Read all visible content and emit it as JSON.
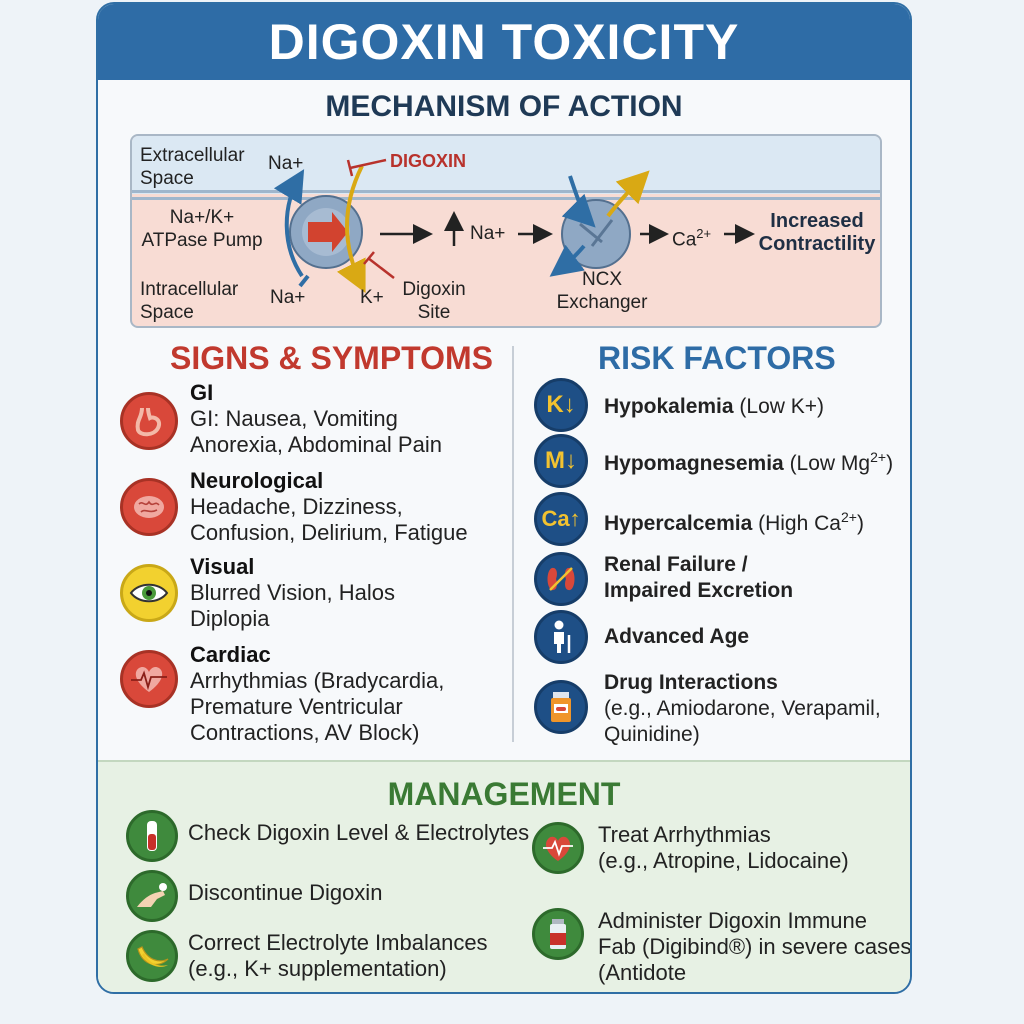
{
  "title": "DIGOXIN TOXICITY",
  "mechanism": {
    "title": "MECHANISM OF ACTION",
    "extracellular": "Extracellular\nSpace",
    "intracellular": "Intracellular\nSpace",
    "pump": "Na+/K+\nATPase Pump",
    "na_top": "Na+",
    "na_bottom": "Na+",
    "k_bottom": "K+",
    "digoxin": "DIGOXIN",
    "digoxin_site": "Digoxin\nSite",
    "na_increase": "Na+",
    "ncx": "NCX\nExchanger",
    "ca": "Ca",
    "ca_sup": "2+",
    "result": "Increased\nContractility"
  },
  "signs": {
    "title": "SIGNS & SYMPTOMS",
    "items": [
      {
        "title": "GI",
        "text": "GI: Nausea, Vomiting\nAnorexia, Abdominal Pain",
        "icon": "stomach-icon"
      },
      {
        "title": "Neurological",
        "text": "Headache, Dizziness,\nConfusion, Delirium, Fatigue",
        "icon": "brain-icon"
      },
      {
        "title": "Visual",
        "text": "Blurred Vision, Halos\nDiplopia",
        "icon": "eye-icon"
      },
      {
        "title": "Cardiac",
        "text": "Arrhythmias (Bradycardia,\nPremature Ventricular\nContractions, AV Block)",
        "icon": "heart-icon"
      }
    ]
  },
  "risks": {
    "title": "RISK FACTORS",
    "items": [
      {
        "bold": "Hypokalemia",
        "rest": " (Low K+)",
        "icon_label": "K↓"
      },
      {
        "bold": "Hypomagnesemia",
        "rest": " (Low Mg",
        "sup": "2+",
        "tail": ")",
        "icon_label": "M↓"
      },
      {
        "bold": "Hypercalcemia",
        "rest": " (High Ca",
        "sup": "2+",
        "tail": ")",
        "icon_label": "Ca↑"
      },
      {
        "bold": "Renal Failure /\nImpaired Excretion",
        "rest": "",
        "icon_label": "kidney-icon"
      },
      {
        "bold": "Advanced Age",
        "rest": "",
        "icon_label": "elderly-person-icon"
      },
      {
        "bold": "Drug Interactions",
        "rest": "(e.g., Amiodarone, Verapamil,\nQuinidine)",
        "icon_label": "pill-bottle-icon"
      }
    ]
  },
  "management": {
    "title": "MANAGEMENT",
    "items": [
      {
        "text": "Check Digoxin Level & Electrolytes",
        "icon": "blood-tube-icon"
      },
      {
        "text": "Discontinue Digoxin",
        "icon": "hand-pill-icon"
      },
      {
        "text": "Correct Electrolyte Imbalances\n(e.g., K+ supplementation)",
        "icon": "banana-icon"
      },
      {
        "text": "Treat Arrhythmias\n(e.g., Atropine, Lidocaine)",
        "icon": "heart-ecg-icon"
      },
      {
        "text": "Administer Digoxin Immune\nFab (Digibind®) in severe cases\n(Antidote",
        "icon": "vial-icon"
      }
    ]
  },
  "colors": {
    "header_blue": "#2e6ca6",
    "signs_red": "#c1392e",
    "management_green": "#3a7a34",
    "risk_icon_yellow": "#f2c230"
  }
}
